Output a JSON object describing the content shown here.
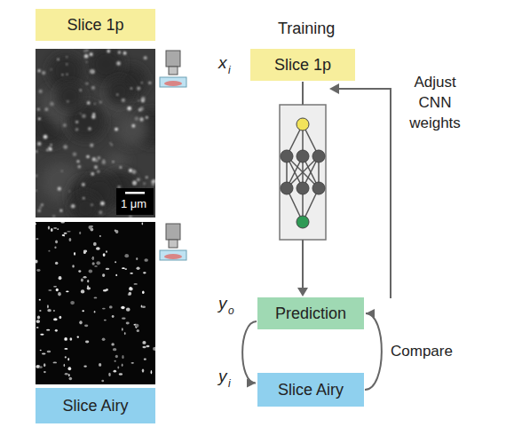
{
  "diagram": {
    "nodes": [
      {
        "text": [
          "Slice 1p"
        ]
      },
      {
        "text": [
          "Slice Airy"
        ]
      },
      {
        "text": [
          "Slice 1p"
        ]
      },
      {
        "text": [
          "Prediction"
        ]
      },
      {
        "text": [
          "Slice Airy"
        ]
      }
    ],
    "edges": [
      {
        "from": 3,
        "to": 4,
        "arrow": "to"
      },
      {
        "from": 4,
        "to": 3,
        "label": "Compare",
        "arrow": "to"
      }
    ],
    "labels": [
      "Training",
      "x",
      "i",
      "y",
      "o",
      "y",
      "i",
      "1 μm",
      "Adjust CNN weights"
    ]
  }
}
